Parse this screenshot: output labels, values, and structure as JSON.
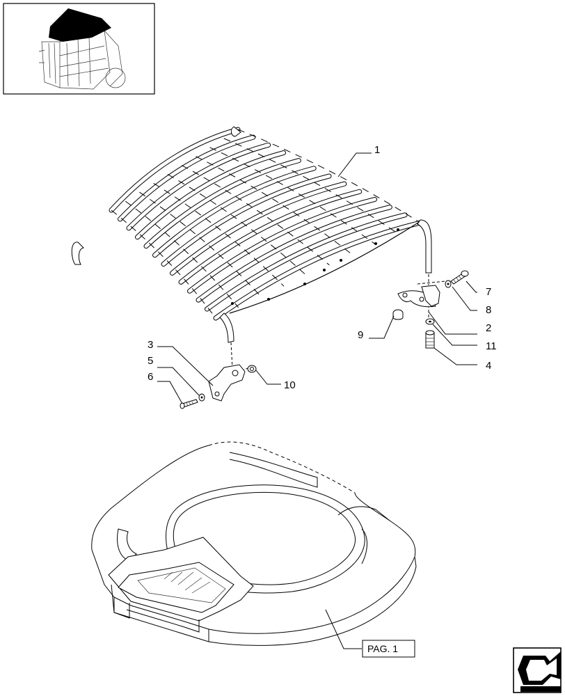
{
  "callouts": {
    "c1": "1",
    "c2": "2",
    "c3": "3",
    "c4": "4",
    "c5": "5",
    "c6": "6",
    "c7": "7",
    "c8": "8",
    "c9": "9",
    "c10": "10",
    "c11": "11"
  },
  "page_ref": {
    "label": "PAG. 1"
  },
  "icons": {
    "thumbnail": "tractor-cab-roof-thumbnail-icon",
    "navigation": "next-page-arrow-icon"
  }
}
